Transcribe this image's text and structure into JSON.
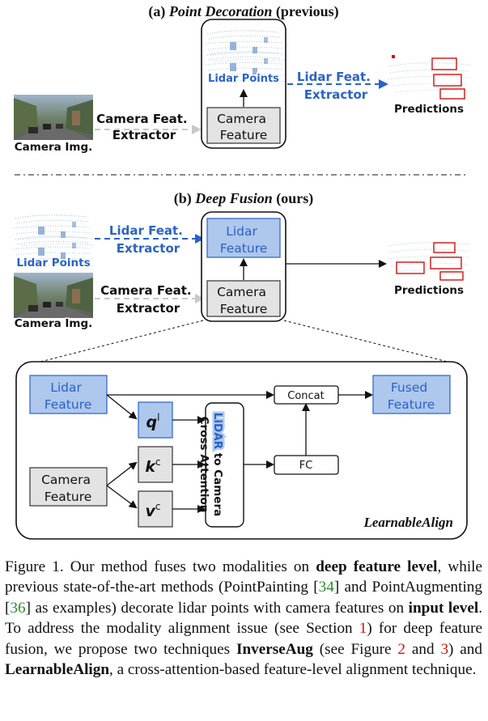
{
  "section_a": {
    "title_prefix": "(a) ",
    "title_italic": "Point Decoration",
    "title_suffix": " (previous)",
    "camera_img_label": "Camera Img.",
    "camera_extractor_line1": "Camera Feat.",
    "camera_extractor_line2": "Extractor",
    "lidar_points_label": "Lidar Points",
    "camera_feature_line1": "Camera",
    "camera_feature_line2": "Feature",
    "lidar_extractor_line1": "Lidar Feat.",
    "lidar_extractor_line2": "Extractor",
    "predictions_label": "Predictions"
  },
  "section_b": {
    "title_prefix": "(b) ",
    "title_italic": "Deep Fusion",
    "title_suffix": " (ours)",
    "lidar_points_label": "Lidar Points",
    "camera_img_label": "Camera Img.",
    "lidar_extractor_line1": "Lidar Feat.",
    "lidar_extractor_line2": "Extractor",
    "camera_extractor_line1": "Camera Feat.",
    "camera_extractor_line2": "Extractor",
    "lidar_feature_line1": "Lidar",
    "lidar_feature_line2": "Feature",
    "camera_feature_line1": "Camera",
    "camera_feature_line2": "Feature",
    "predictions_label": "Predictions"
  },
  "learnable_align": {
    "lidar_feature_line1": "Lidar",
    "lidar_feature_line2": "Feature",
    "camera_feature_line1": "Camera",
    "camera_feature_line2": "Feature",
    "q_base": "q",
    "q_sup": "l",
    "k_base": "k",
    "k_sup": "c",
    "v_base": "v",
    "v_sup": "c",
    "cross_attention_lidar": "LiDAR",
    "cross_attention_rest": " to Camera",
    "cross_attention_line2": "Cross Attention",
    "concat_label": "Concat",
    "fc_label": "FC",
    "fused_feature_line1": "Fused",
    "fused_feature_line2": "Feature",
    "module_name": "LearnableAlign"
  },
  "caption": {
    "t1": "Figure 1. Our method fuses two modalities on ",
    "b1": "deep feature level",
    "t2": ", while previous state-of-the-art methods (PointPainting [",
    "r1": "34",
    "t3": "] and PointAugmenting [",
    "r2": "36",
    "t4": "] as examples) decorate lidar points with camera features on ",
    "b2": "input level",
    "t5": ". To address the modality alignment issue (see Section ",
    "r3": "1",
    "t6": ") for deep feature fusion, we propose two techniques ",
    "b3": "InverseAug",
    "t7": " (see Figure ",
    "r4": "2",
    "t8": " and ",
    "r5": "3",
    "t9": ") and ",
    "b4": "LearnableAlign",
    "t10": ", a cross-attention-based feature-level alignment technique."
  },
  "colors": {
    "blue_text": "#2a62c9",
    "blue_box": "#aec7ec",
    "gray_box": "#e3e3e3",
    "ref_green": "#2e8b2e",
    "ref_red": "#d11111"
  }
}
